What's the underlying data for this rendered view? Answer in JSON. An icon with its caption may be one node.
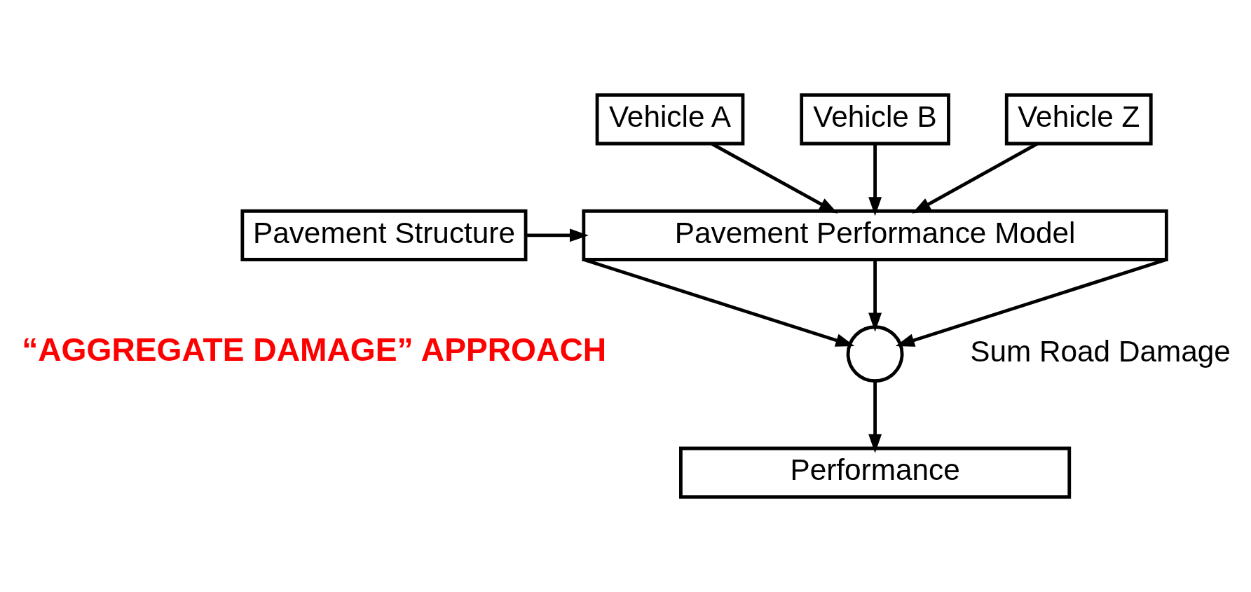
{
  "diagram": {
    "nodes": [
      {
        "text": [
          "Vehicle A"
        ]
      },
      {
        "text": [
          "Vehicle B"
        ]
      },
      {
        "text": [
          "Vehicle Z"
        ]
      },
      {
        "text": [
          "Pavement Structure"
        ]
      },
      {
        "text": [
          "Pavement Performance Model"
        ]
      },
      {
        "text": [],
        "shape": "circle",
        "beside": [
          "Sum Road Damage"
        ]
      },
      {
        "text": [
          "Performance"
        ]
      }
    ],
    "edges": [
      {
        "from": 0,
        "to": 4,
        "arrow": "to"
      },
      {
        "from": 1,
        "to": 4,
        "arrow": "to"
      },
      {
        "from": 2,
        "to": 4,
        "arrow": "to"
      },
      {
        "from": 3,
        "to": 4,
        "arrow": "to"
      },
      {
        "from": 4,
        "to": 5,
        "arrow": "to"
      },
      {
        "from": 4,
        "to": 5,
        "arrow": "to"
      },
      {
        "from": 4,
        "to": 5,
        "arrow": "to"
      },
      {
        "from": 5,
        "to": 6,
        "arrow": "to"
      }
    ],
    "labels": [
      "“AGGREGATE DAMAGE” APPROACH"
    ]
  }
}
